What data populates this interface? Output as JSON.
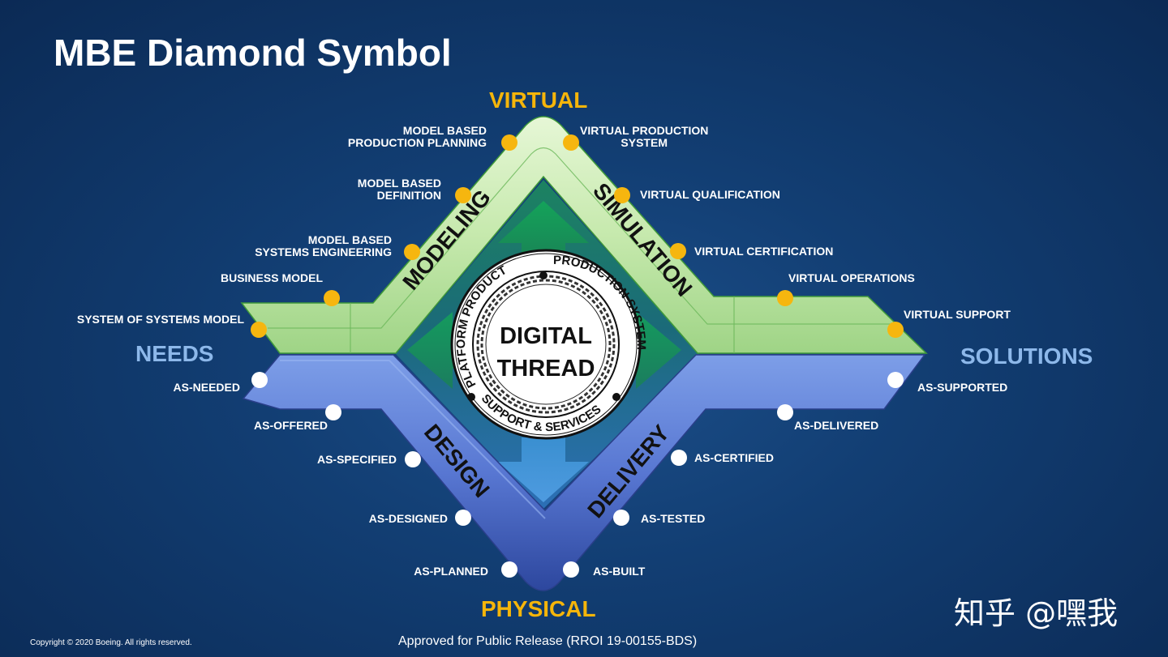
{
  "title": "MBE Diamond Symbol",
  "corners": {
    "top": "VIRTUAL",
    "bottom": "PHYSICAL",
    "left": "NEEDS",
    "right": "SOLUTIONS"
  },
  "arms": {
    "upper_left": "MODELING",
    "upper_right": "SIMULATION",
    "lower_left": "DESIGN",
    "lower_right": "DELIVERY"
  },
  "seal": {
    "center_line1": "DIGITAL",
    "center_line2": "THREAD",
    "ring_text_left": "PLATFORM PRODUCT",
    "ring_text_right": "PRODUCTION SYSTEM",
    "ring_text_bottom": "SUPPORT & SERVICES"
  },
  "virtual_left_labels": [
    [
      "MODEL BASED",
      "PRODUCTION PLANNING"
    ],
    [
      "MODEL BASED",
      "DEFINITION"
    ],
    [
      "MODEL BASED",
      "SYSTEMS ENGINEERING"
    ],
    [
      "BUSINESS MODEL"
    ],
    [
      "SYSTEM OF SYSTEMS MODEL"
    ]
  ],
  "virtual_right_labels": [
    [
      "VIRTUAL PRODUCTION",
      "SYSTEM"
    ],
    [
      "VIRTUAL QUALIFICATION"
    ],
    [
      "VIRTUAL CERTIFICATION"
    ],
    [
      "VIRTUAL OPERATIONS"
    ],
    [
      "VIRTUAL SUPPORT"
    ]
  ],
  "physical_left_labels": [
    "AS-NEEDED",
    "AS-OFFERED",
    "AS-SPECIFIED",
    "AS-DESIGNED",
    "AS-PLANNED"
  ],
  "physical_right_labels": [
    "AS-SUPPORTED",
    "AS-DELIVERED",
    "AS-CERTIFIED",
    "AS-TESTED",
    "AS-BUILT"
  ],
  "colors": {
    "virtual_dot": "#f6b60f",
    "physical_dot": "#ffffff",
    "virtual_band": "#c8ebb0",
    "physical_band": "#5b7fd6",
    "corner_gold": "#f5b50a",
    "corner_blue": "#8db8ea"
  },
  "footer": {
    "copyright": "Copyright © 2020 Boeing. All rights reserved.",
    "release": "Approved for Public Release (RROI 19-00155-BDS)"
  },
  "watermark": "知乎 @嘿我"
}
